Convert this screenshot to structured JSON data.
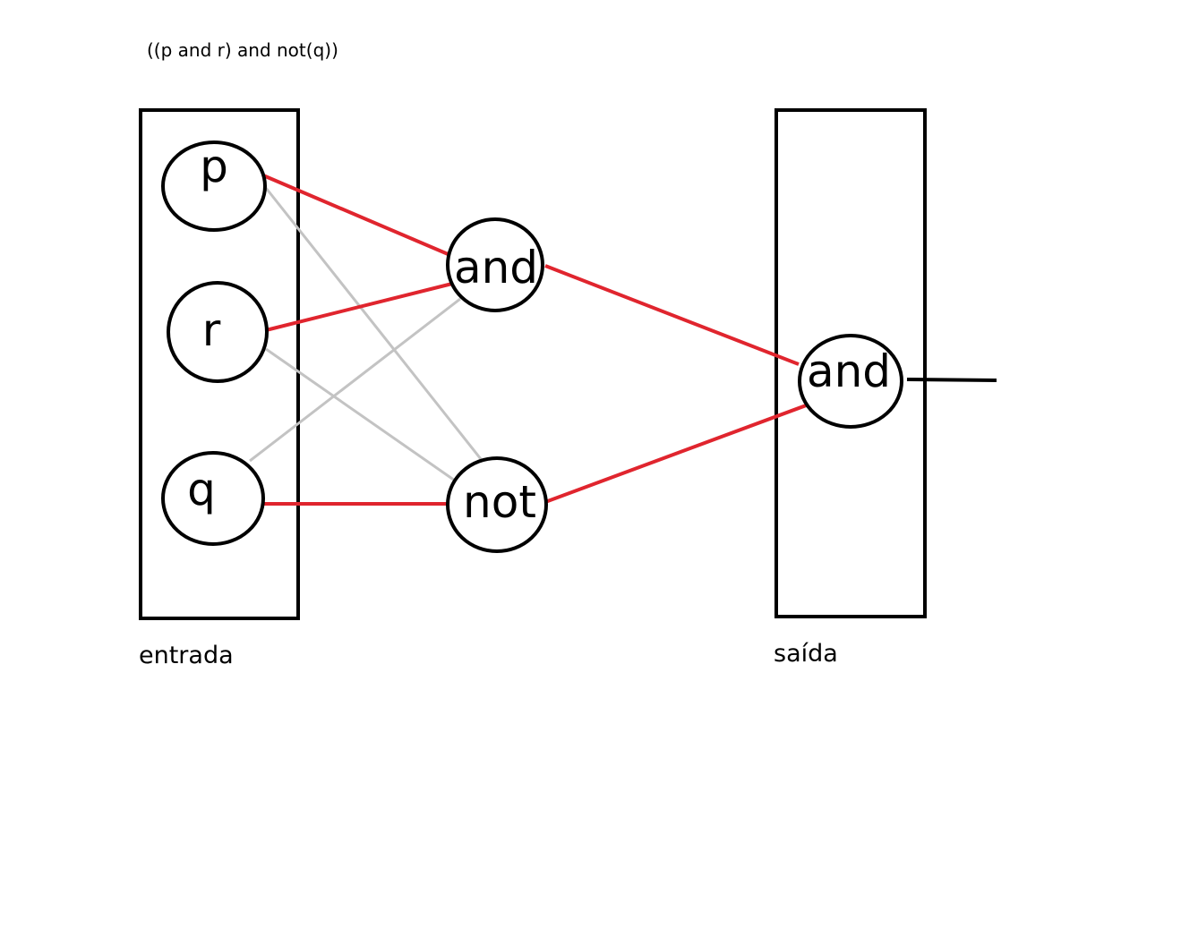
{
  "formula": "((p and r) and not(q))",
  "input_box": {
    "caption": "entrada"
  },
  "output_box": {
    "caption": "saída"
  },
  "nodes": {
    "p": "p",
    "r": "r",
    "q": "q",
    "and_mid": "and",
    "not_mid": "not",
    "and_out": "and"
  },
  "colors": {
    "active_edge": "#e0252e",
    "inactive_edge": "#c3c3c3",
    "stroke": "#000000",
    "background": "#ffffff"
  }
}
